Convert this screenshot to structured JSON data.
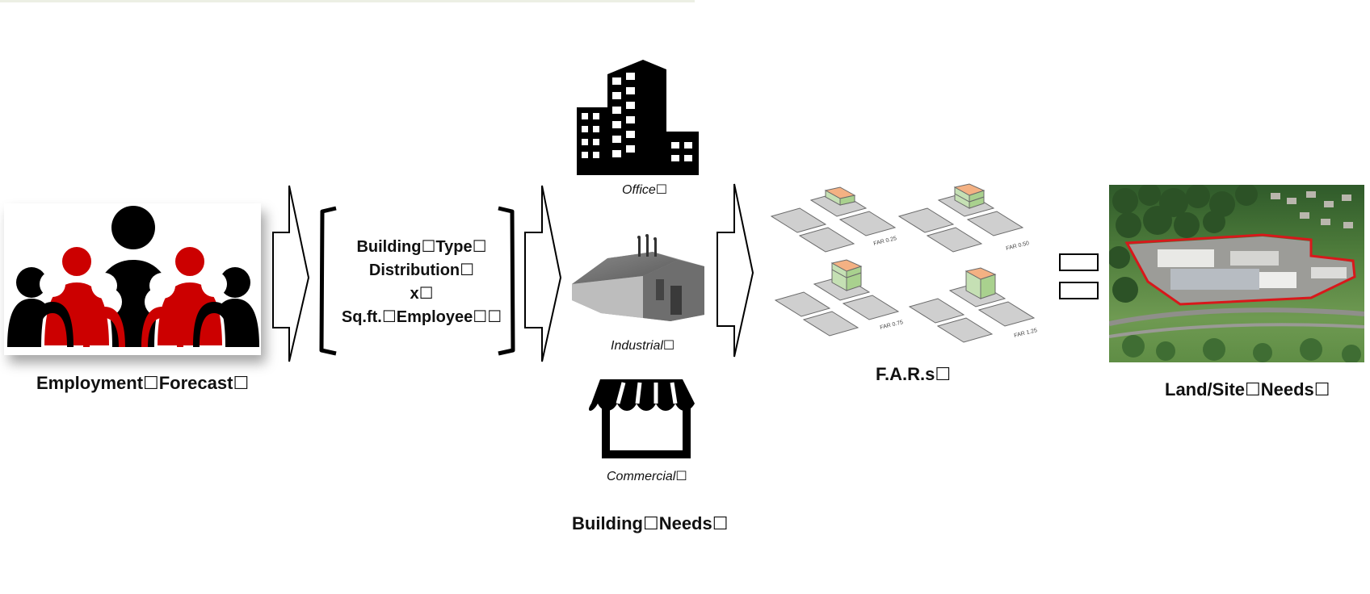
{
  "title": "",
  "steps": {
    "employment_forecast": "Employment☐Forecast☐",
    "formula": {
      "line1": "Building☐Type☐",
      "line2": "Distribution☐",
      "line3": "x☐",
      "line4": "Sq.ft.☐Employee☐☐"
    },
    "building_types": {
      "office": "Office☐",
      "industrial": "Industrial☐",
      "commercial": "Commercial☐"
    },
    "building_needs": "Building☐Needs☐",
    "fars": "F.A.R.s☐",
    "far_labels": [
      "FAR 0.25",
      "FAR 0.50",
      "FAR 0.75",
      "FAR 1.25"
    ],
    "land_site_needs": "Land/Site☐Needs☐"
  },
  "colors": {
    "people_red": "#cc0000",
    "people_black": "#000000",
    "site_outline": "#d8181b",
    "far_floor_green": "#a9d18e",
    "far_roof_orange": "#f4b183"
  },
  "icons": [
    "people-group-icon",
    "office-building-icon",
    "industrial-building-icon",
    "storefront-icon",
    "site-aerial-photo"
  ]
}
